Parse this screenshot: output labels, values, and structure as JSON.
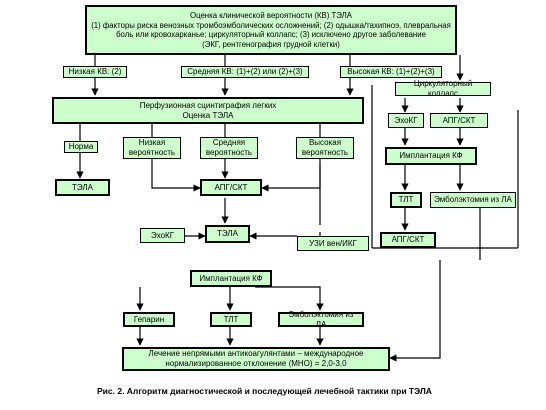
{
  "diagram": {
    "top_box": "Оценка клинической вероятности (КВ) ТЭЛА\n(1) факторы риска венозных тромбоэмболических осложнений; (2) одышка/тахипноэ, плевральная\nболь или кровохарканье; циркуляторный коллапс; (3) исключено другое заболевание\n(ЭКГ, рентгенография грудной клетки)",
    "low_cv": "Низкая КВ: (2)",
    "mid_cv": "Средняя КВ: (1)+(2) или (2)+(3)",
    "high_cv": "Высокая КВ: (1)+(2)+(3)",
    "perfusion": "Перфузионная сцинтиграфия легких\nОценка ТЭЛА",
    "norm": "Норма",
    "low_prob": "Низкая\nвероятность",
    "mid_prob": "Средняя\nвероятность",
    "high_prob": "Высокая\nвероятность",
    "tela_1": "ТЭЛА",
    "apg_ckt_1": "АПГ/СКТ",
    "echo_1": "ЭхоКГ",
    "tela_2": "ТЭЛА",
    "uzi": "УЗИ вен/ИКГ",
    "collapse": "Циркуляторный коллапс",
    "echo_2": "ЭхоКГ",
    "apg_ckt_2": "АПГ/СКТ",
    "implant_1": "Имплантация КФ",
    "tlt_1": "ТЛТ",
    "embol_1": "Эмболэктомия из ЛА",
    "apg_ckt_3": "АПГ/СКТ",
    "implant_2": "Имплантация КФ",
    "heparin": "Гепарин",
    "tlt_2": "ТЛТ",
    "embol_2": "Эмболэктомия из ЛА",
    "treatment": "Лечение непрямыми антикоагулянтами – международное\nнормализированное отклонение (МНО) = 2,0-3,0",
    "caption": "Рис. 2. Алгоритм диагностической и последующей лечебной тактики при ТЭЛА"
  }
}
